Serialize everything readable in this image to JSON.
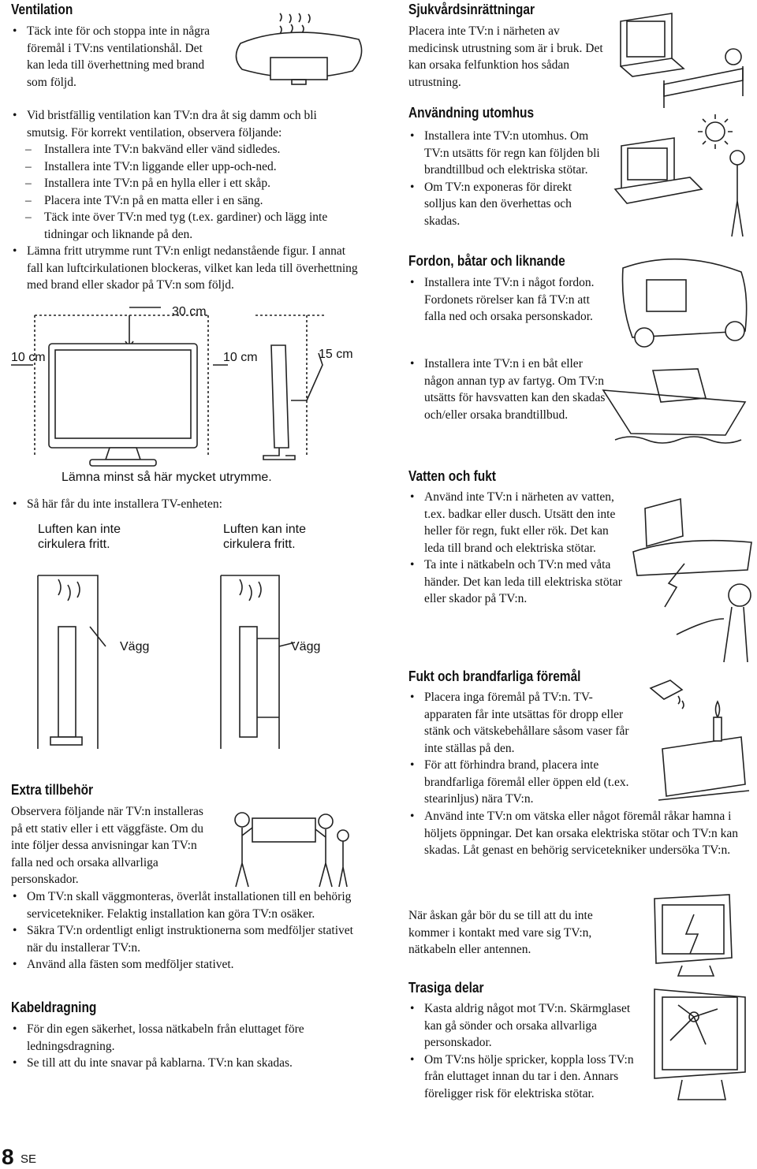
{
  "ventilation": {
    "heading": "Ventilation",
    "bullet1": "Täck inte för och stoppa inte in några föremål i TV:ns ventilationshål. Det kan leda till överhettning med brand som följd.",
    "bullet2": "Vid bristfällig ventilation kan TV:n dra åt sig damm och bli smutsig. För korrekt ventilation, observera följande:",
    "dashes": [
      "Installera inte TV:n bakvänd eller vänd sidledes.",
      "Installera inte TV:n liggande eller upp-och-ned.",
      "Installera inte TV:n på en hylla eller i ett skåp.",
      "Placera inte TV:n på en matta eller i en säng.",
      "Täck inte över TV:n med tyg (t.ex. gardiner) och lägg inte tidningar och liknande på den."
    ],
    "bullet3": "Lämna fritt utrymme runt TV:n enligt nedanstående figur. I annat fall kan luftcirkulationen blockeras, vilket kan leda till överhettning med brand eller skador på TV:n som följd.",
    "fig_top": "30 cm",
    "fig_left": "10 cm",
    "fig_right": "10 cm",
    "fig_side": "15 cm",
    "fig_caption": "Lämna minst så här mycket utrymme.",
    "bullet4": "Så här får du inte installera TV-enheten:",
    "air_label": "Luften kan inte cirkulera fritt.",
    "wall_label": "Vägg"
  },
  "extra": {
    "heading": "Extra tillbehör",
    "intro": "Observera följande när TV:n installeras på ett stativ eller i ett väggfäste. Om du inte följer dessa anvisningar kan TV:n falla ned och orsaka allvarliga personskador.",
    "bullets": [
      "Om TV:n skall väggmonteras, överlåt installationen till en behörig servicetekniker. Felaktig installation kan göra TV:n osäker.",
      "Säkra TV:n ordentligt enligt instruktionerna som medföljer stativet när du installerar TV:n.",
      "Använd alla fästen som medföljer stativet."
    ]
  },
  "cable": {
    "heading": "Kabeldragning",
    "bullets": [
      "För din egen säkerhet, lossa nätkabeln från eluttaget före ledningsdragning.",
      "Se till att du inte snavar på kablarna. TV:n kan skadas."
    ]
  },
  "medical": {
    "heading": "Sjukvårdsinrättningar",
    "text": "Placera inte TV:n i närheten av medicinsk utrustning som är i bruk. Det kan orsaka felfunktion hos sådan utrustning."
  },
  "outdoor": {
    "heading": "Användning utomhus",
    "bullets": [
      "Installera inte TV:n utomhus. Om TV:n utsätts för regn kan följden bli brandtillbud och elektriska stötar.",
      "Om TV:n exponeras för direkt solljus kan den överhettas och skadas."
    ]
  },
  "vehicles": {
    "heading": "Fordon, båtar och liknande",
    "bullet1": "Installera inte TV:n i något fordon. Fordonets rörelser kan få TV:n att falla ned och orsaka personskador.",
    "bullet2": "Installera inte TV:n i en båt eller någon annan typ av fartyg. Om TV:n utsätts för havsvatten kan den skadas och/eller orsaka brandtillbud."
  },
  "water": {
    "heading": "Vatten och fukt",
    "bullets": [
      "Använd inte TV:n i närheten av vatten, t.ex. badkar eller dusch. Utsätt den inte heller för regn, fukt eller rök. Det kan leda till brand och elektriska stötar.",
      "Ta inte i nätkabeln och TV:n med våta händer. Det kan leda till elektriska stötar eller skador på TV:n."
    ]
  },
  "moisture": {
    "heading": "Fukt och brandfarliga föremål",
    "bullets": [
      "Placera inga föremål på TV:n. TV-apparaten får inte utsättas för dropp eller stänk och vätskebehållare såsom vaser får inte ställas på den.",
      "För att förhindra brand, placera inte brandfarliga föremål eller öppen eld (t.ex. stearinljus) nära TV:n.",
      "Använd inte TV:n om vätska eller något föremål råkar hamna i höljets öppningar. Det kan orsaka elektriska stötar och TV:n kan skadas. Låt genast en behörig servicetekniker undersöka TV:n."
    ]
  },
  "thunder": {
    "text": "När åskan går bör du se till att du inte kommer i kontakt med vare sig TV:n, nätkabeln eller antennen."
  },
  "broken": {
    "heading": "Trasiga delar",
    "bullets": [
      "Kasta aldrig något mot TV:n. Skärmglaset kan gå sönder och orsaka allvarliga personskador.",
      "Om TV:ns hölje spricker, koppla loss TV:n från eluttaget innan du tar i den. Annars föreligger risk för elektriska stötar."
    ]
  },
  "footer": {
    "page_number": "8",
    "lang": "SE"
  }
}
